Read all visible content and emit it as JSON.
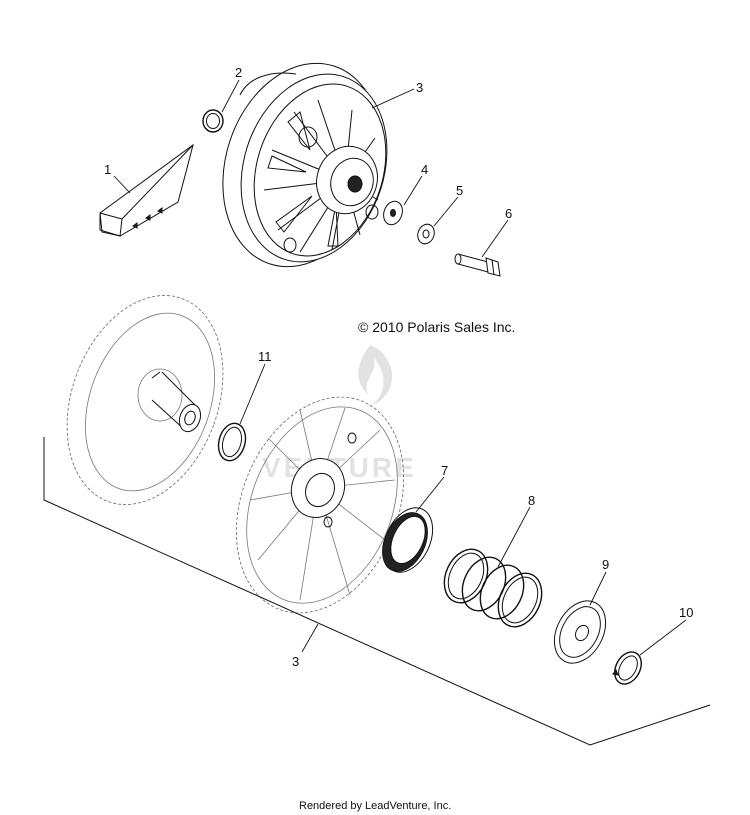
{
  "copyright": "© 2010 Polaris Sales Inc.",
  "footer": "Rendered by LeadVenture, Inc.",
  "watermark": "VENTURE",
  "callouts": {
    "c1": "1",
    "c2": "2",
    "c3_top": "3",
    "c4": "4",
    "c5": "5",
    "c6": "6",
    "c7": "7",
    "c8": "8",
    "c9": "9",
    "c10": "10",
    "c11": "11",
    "c3_bottom": "3"
  }
}
